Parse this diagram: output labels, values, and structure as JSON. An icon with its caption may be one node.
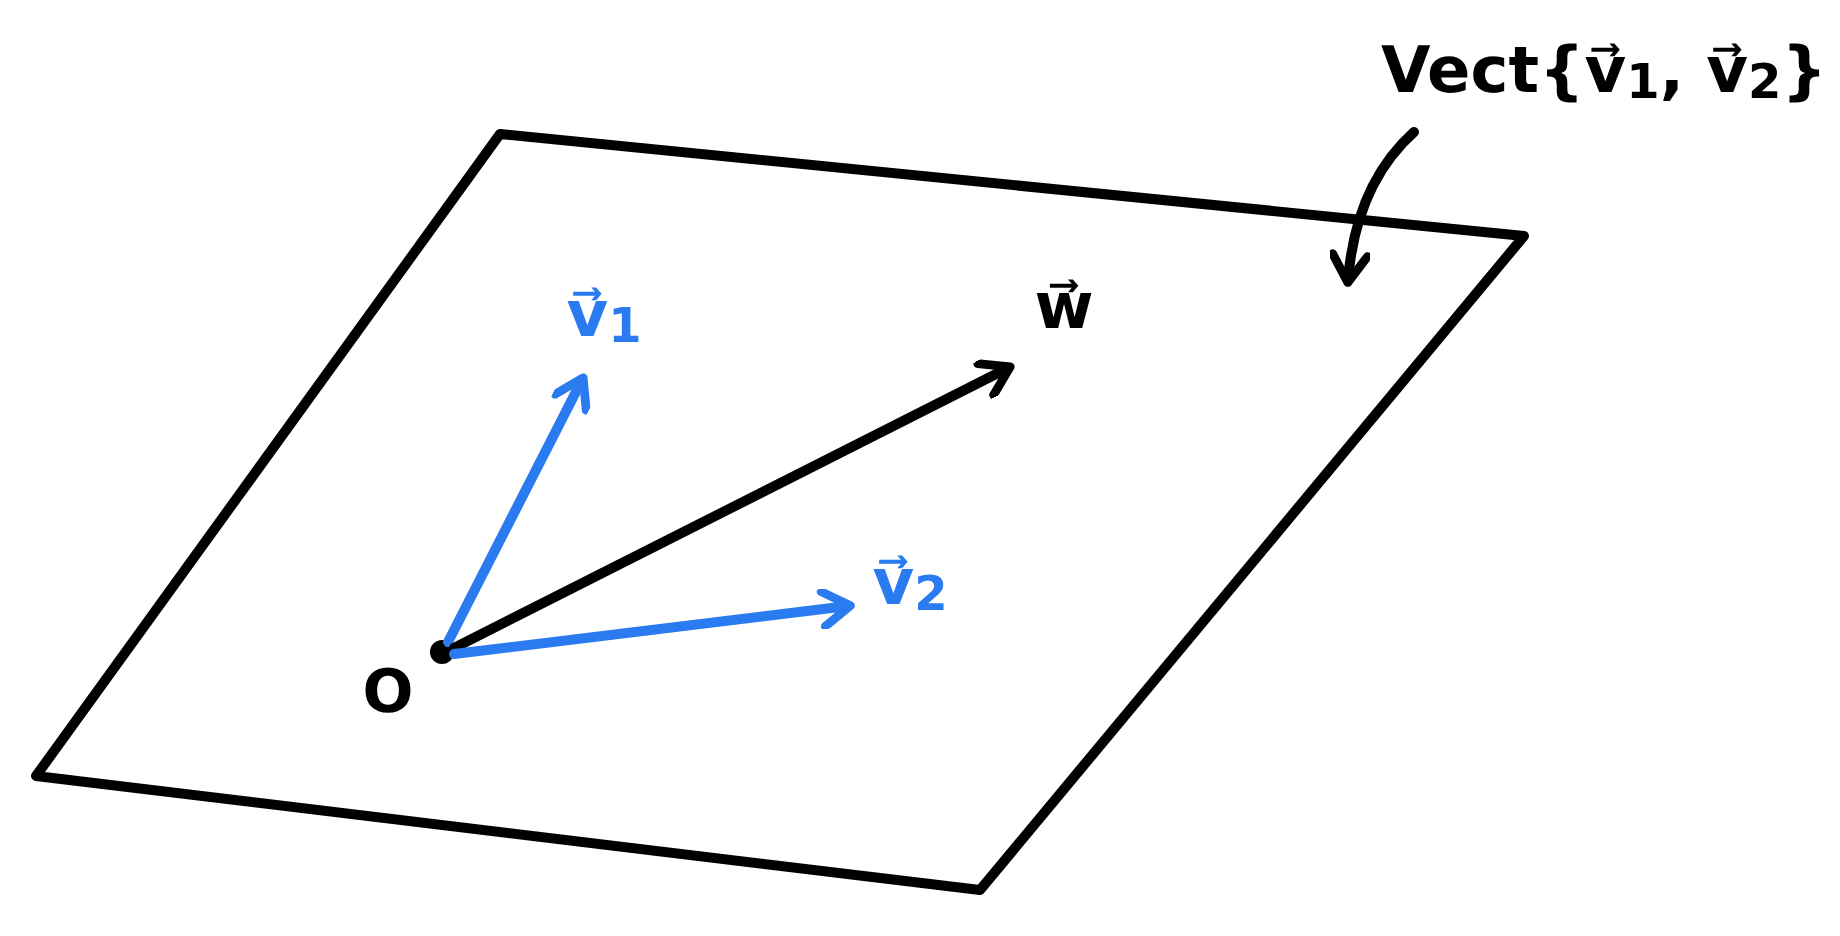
{
  "diagram": {
    "nodes": [
      {
        "text": [],
        "shape": "parallelogram"
      },
      {
        "text": [],
        "shape": "circle",
        "beside": [
          "O"
        ],
        "in": 0
      },
      {
        "text": [
          "v⃗$_{1}$"
        ],
        "in": 0
      },
      {
        "text": [
          "w⃗"
        ],
        "in": 0
      },
      {
        "text": [
          "v⃗$_{2}$"
        ],
        "in": 0
      },
      {
        "text": [
          "Vect{v⃗$_{1}$, v⃗$_{2}$}"
        ]
      }
    ],
    "edges": [
      {
        "from": 1,
        "to": 2,
        "arrow": "to",
        "color": "#2b7bf0"
      },
      {
        "from": 1,
        "to": 3,
        "arrow": "to",
        "color": "#000000"
      },
      {
        "from": 1,
        "to": 4,
        "arrow": "to",
        "color": "#2b7bf0"
      },
      {
        "from": 5,
        "to": 0,
        "arrow": "to",
        "color": "#000000"
      }
    ]
  }
}
